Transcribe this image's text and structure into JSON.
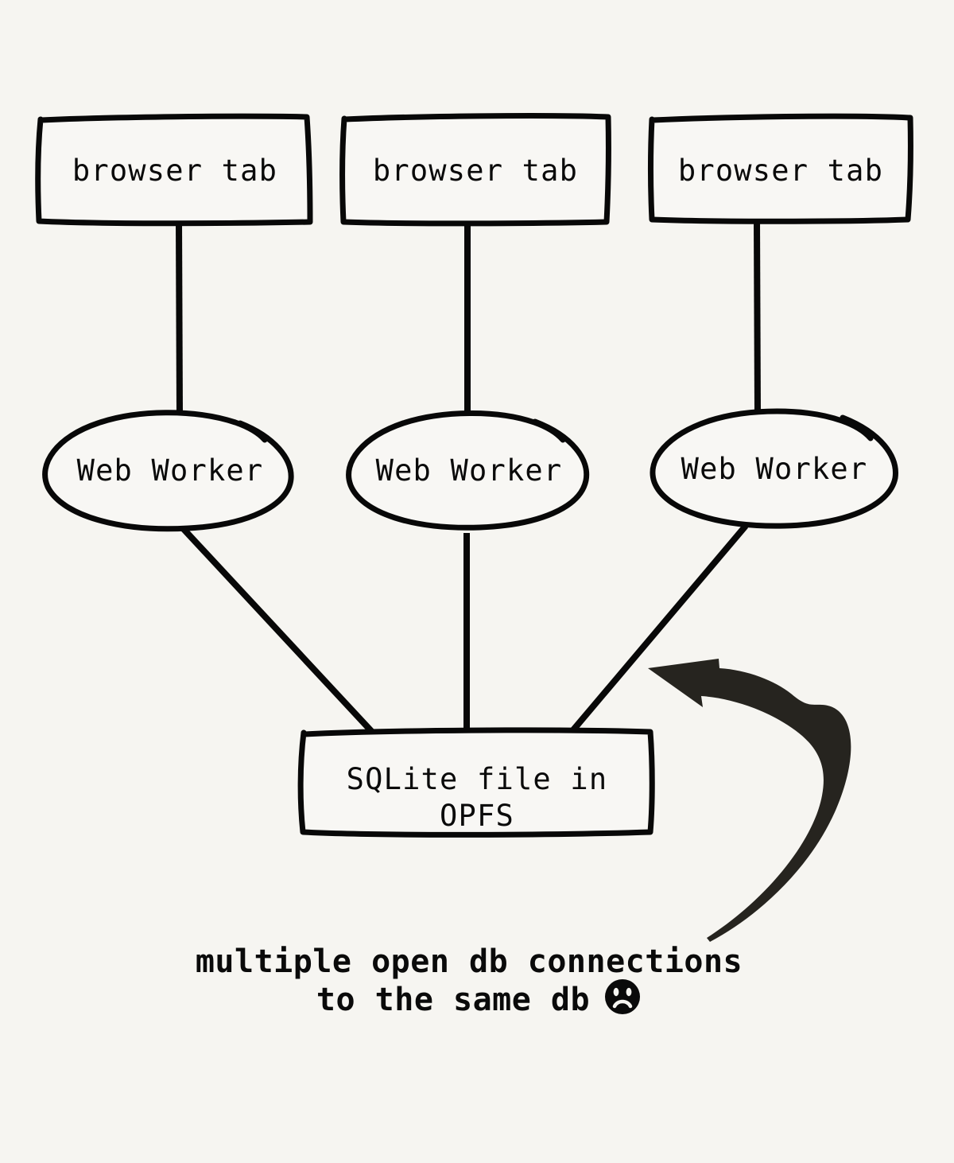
{
  "diagram": {
    "title": "multiple browser tabs opening the same SQLite file in OPFS",
    "background_color": "#f6f5f1",
    "stroke_color": "#080808",
    "arrow_color": "#26241f",
    "style": "hand-drawn"
  },
  "tabs": [
    {
      "label": "browser tab"
    },
    {
      "label": "browser tab"
    },
    {
      "label": "browser tab"
    }
  ],
  "workers": [
    {
      "label": "Web Worker"
    },
    {
      "label": "Web Worker"
    },
    {
      "label": "Web Worker"
    }
  ],
  "storage": {
    "label_line1": "SQLite file in",
    "label_line2": "OPFS"
  },
  "caption": {
    "line1": "multiple open db connections",
    "line2": "to the same db",
    "emoji_name": "frowning-face"
  }
}
